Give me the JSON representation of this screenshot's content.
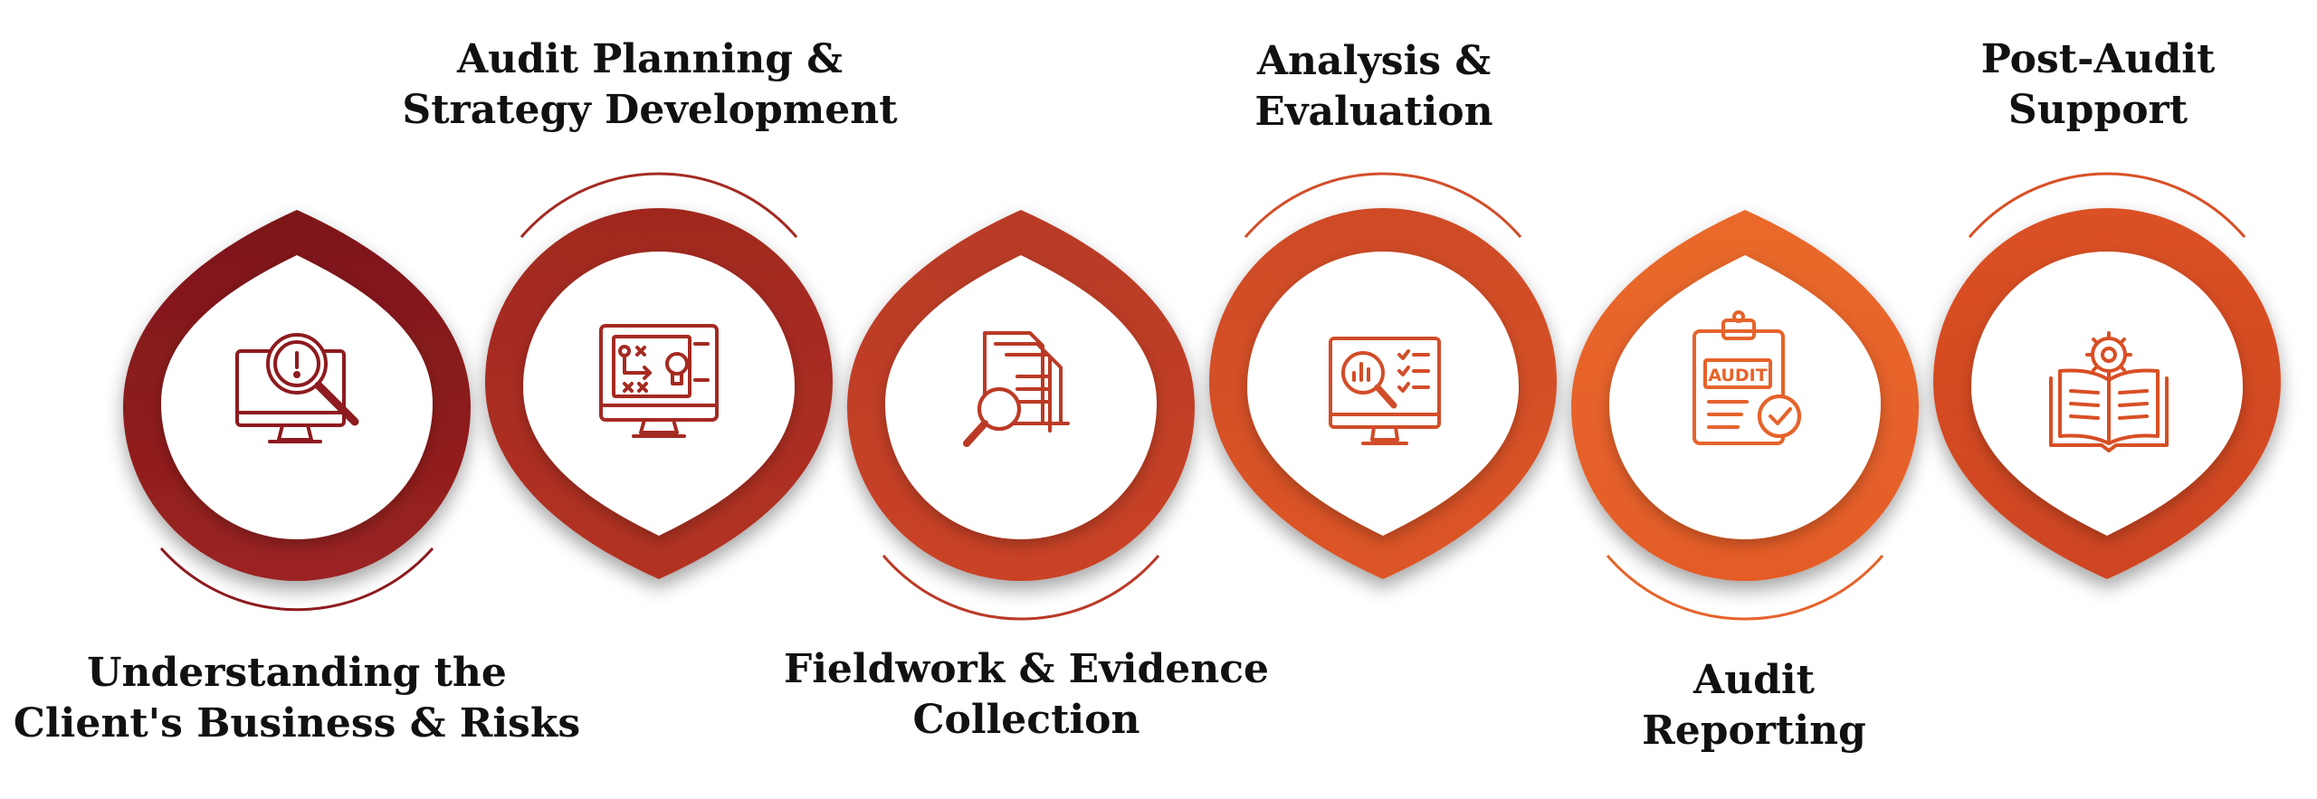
{
  "steps": [
    {
      "id": "understanding",
      "line1": "Understanding the",
      "line2": "Client's Business & Risks",
      "icon": "monitor-magnifier-alert-icon",
      "color": "#8d1b1f"
    },
    {
      "id": "planning",
      "line1": "Audit Planning &",
      "line2": "Strategy Development",
      "icon": "monitor-strategy-board-icon",
      "color": "#a42a22"
    },
    {
      "id": "fieldwork",
      "line1": "Fieldwork & Evidence",
      "line2": "Collection",
      "icon": "documents-search-icon",
      "color": "#bb3a26"
    },
    {
      "id": "analysis",
      "line1": "Analysis &",
      "line2": "Evaluation",
      "icon": "monitor-chart-checklist-icon",
      "color": "#d24d29"
    },
    {
      "id": "reporting",
      "line1": "Audit",
      "line2": "Reporting",
      "icon": "audit-clipboard-check-icon",
      "color": "#e6632b"
    },
    {
      "id": "post-audit",
      "line1": "Post-Audit",
      "line2": "Support",
      "icon": "book-gear-icon",
      "color": "#d84f25"
    }
  ],
  "clipboard_text": "AUDIT"
}
